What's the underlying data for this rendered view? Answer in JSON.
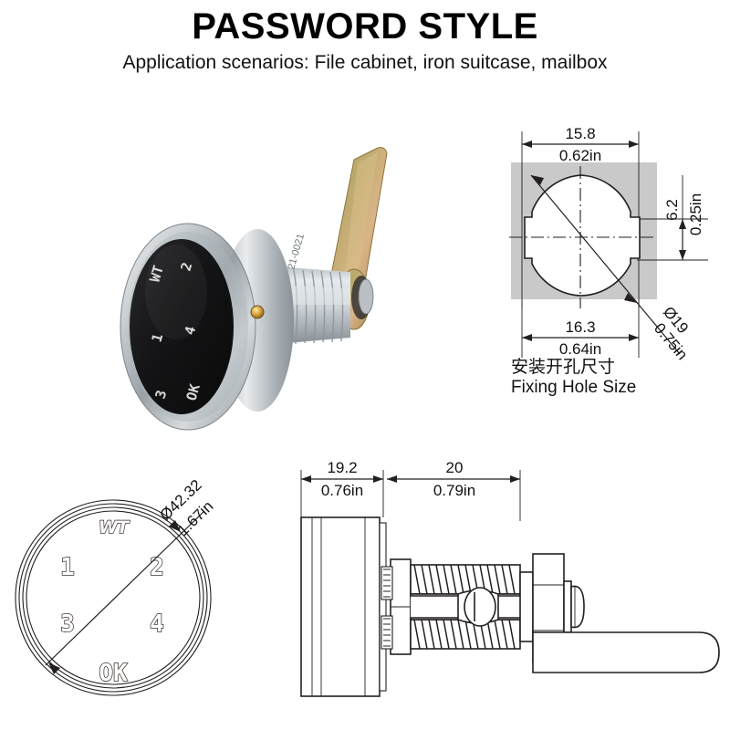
{
  "header": {
    "title": "PASSWORD STYLE",
    "subtitle": "Application scenarios: File cabinet, iron suitcase, mailbox"
  },
  "product_photo": {
    "name": "password-cam-lock-photo",
    "keypad_keys": [
      "WT",
      "2",
      "1",
      "4",
      "3",
      "OK"
    ],
    "indicator_label": "led-indicator"
  },
  "fixing_hole_diagram": {
    "caption_cn": "安装开孔尺寸",
    "caption_en": "Fixing Hole Size",
    "dims": {
      "top_mm": "15.8",
      "top_in": "0.62in",
      "bottom_mm": "16.3",
      "bottom_in": "0.64in",
      "right_mm": "6.2",
      "right_in": "0.25in",
      "diagonal_mm": "Ø19",
      "diagonal_in": "0.75in"
    },
    "plate_color": "#c9c9c9"
  },
  "front_view": {
    "logo": "WT",
    "keys": [
      "1",
      "2",
      "3",
      "4",
      "OK"
    ],
    "diameter_mm": "Ø42.32",
    "diameter_in": "1.67in"
  },
  "side_view": {
    "dims": {
      "body_mm": "19.2",
      "body_in": "0.76in",
      "shaft_mm": "20",
      "shaft_in": "0.79in"
    }
  }
}
